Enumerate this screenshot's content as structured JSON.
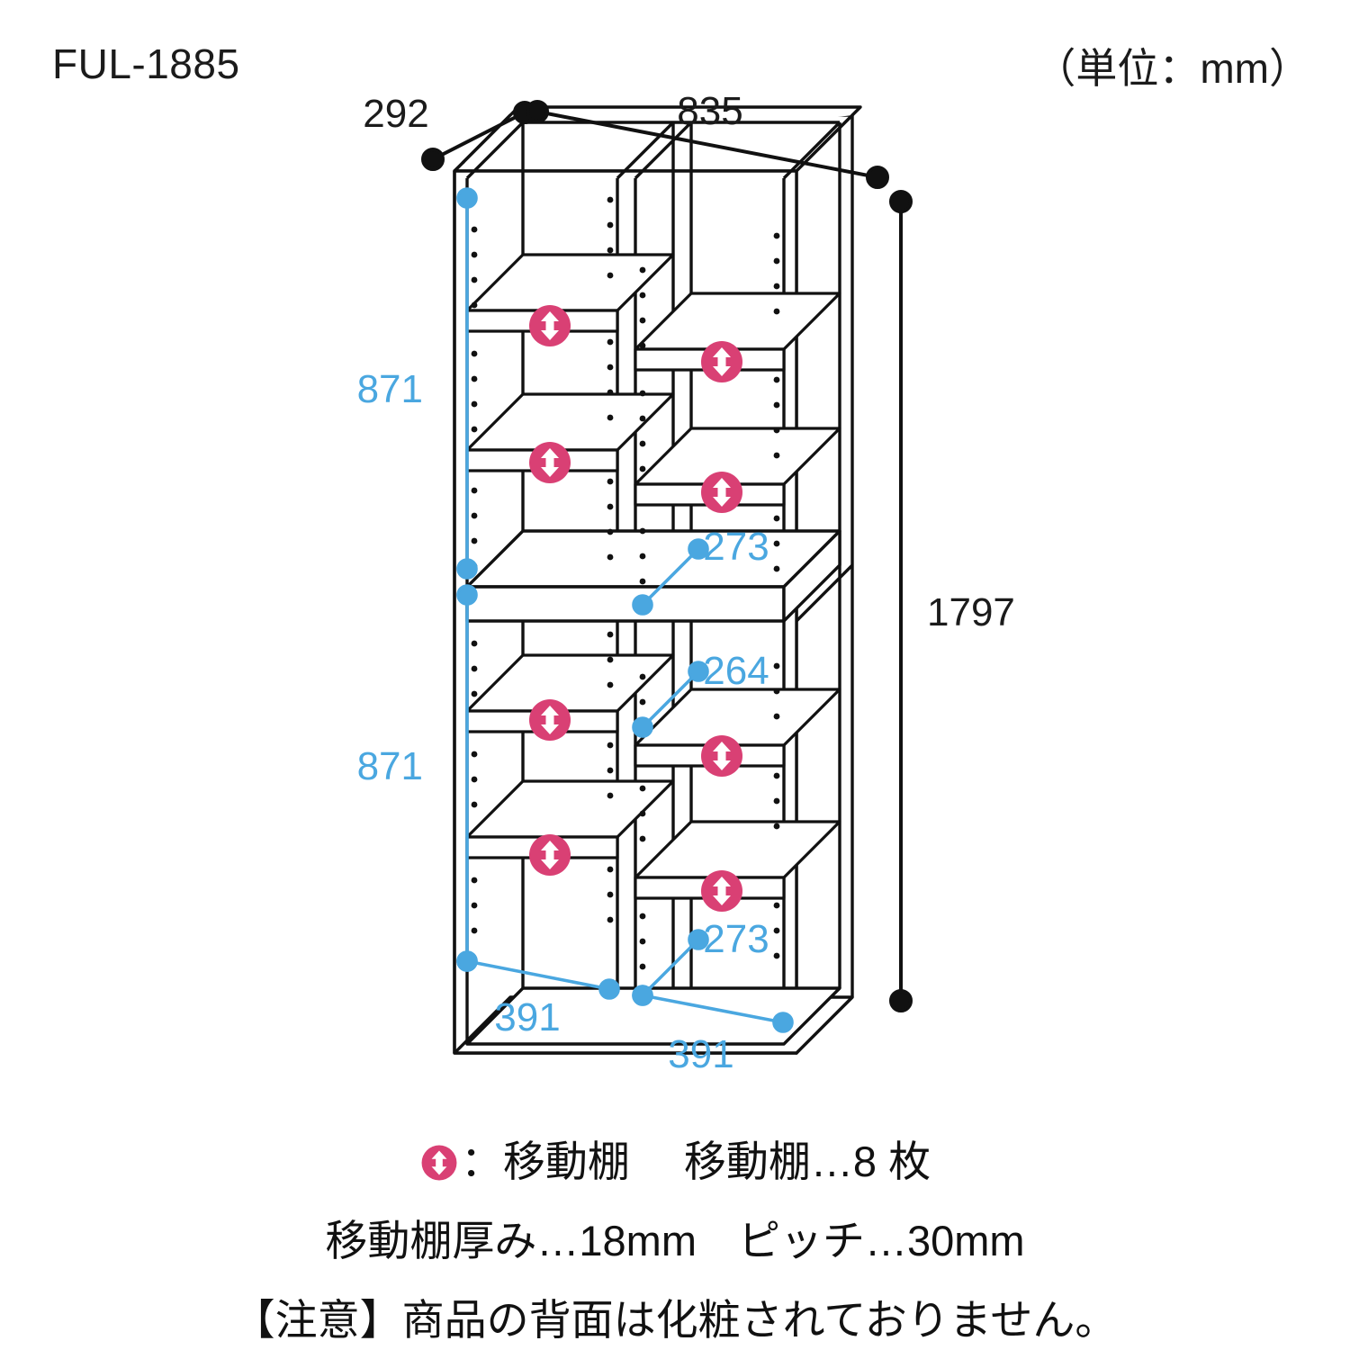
{
  "header": {
    "model": "FUL-1885",
    "unit_note": "（単位：mm）"
  },
  "dimensions": {
    "depth": "292",
    "width": "835",
    "height": "1797",
    "upper_inner_height": "871",
    "lower_inner_height": "871",
    "upper_shelf_gap": "273",
    "mid_shelf_gap": "264",
    "lower_shelf_gap": "273",
    "left_bay_width": "391",
    "right_bay_width": "391"
  },
  "colors": {
    "dimension_blue": "#4aa7e0",
    "marker_pink": "#d94074",
    "outline": "#111111",
    "text": "#1b1b1b"
  },
  "legend": {
    "icon_name": "adjustable-shelf-icon",
    "icon_label": "：移動棚",
    "count_label": "移動棚…8 枚"
  },
  "specs": {
    "thickness_label": "移動棚厚み…18mm",
    "pitch_label": "ピッチ…30mm",
    "caution_label": "【注意】商品の背面は化粧されておりません。"
  },
  "drawing": {
    "type": "isometric-cabinet",
    "bays": 2,
    "adjustable_shelves": 8
  }
}
